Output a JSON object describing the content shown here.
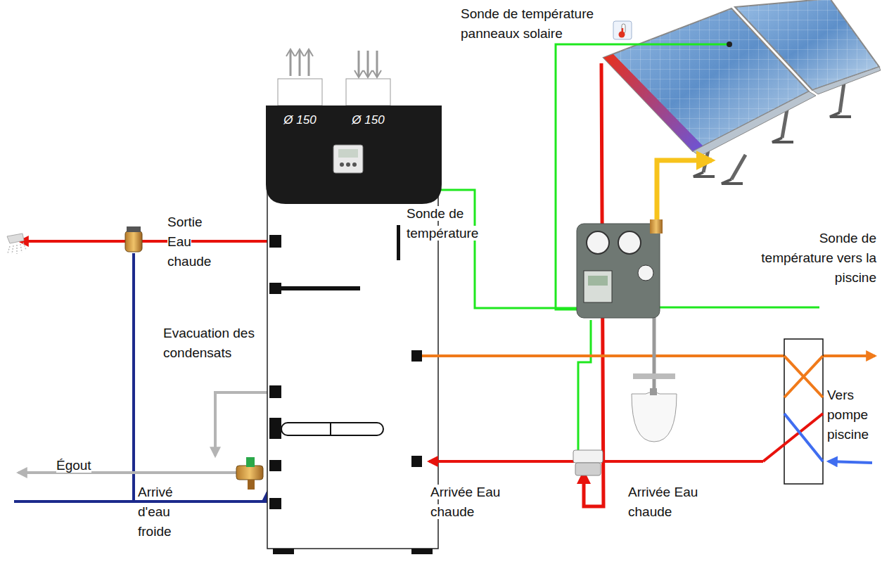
{
  "diagram": {
    "nodes": [
      {
        "text": [
          "Ø 150"
        ]
      },
      {
        "text": [
          "Ø 150"
        ]
      }
    ],
    "labels": [
      "Sonde de température panneaux solaire",
      "Sortie Eau chaude",
      "Sonde de température",
      "Sonde de température vers la piscine",
      "Evacuation des condensats",
      "Vers pompe piscine",
      "Égout",
      "Arrivé d'eau froide",
      "Arrivée Eau chaude",
      "Arrivée Eau chaude"
    ]
  }
}
